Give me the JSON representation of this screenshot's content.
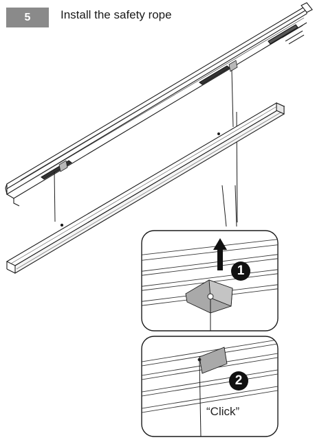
{
  "step": {
    "number": "5",
    "title": "Install the safety rope",
    "badge_color": "#8a8a8a"
  },
  "callouts": [
    {
      "number": "1",
      "action_icon": "arrow-up-icon"
    },
    {
      "number": "2",
      "sound_text": "“Click”"
    }
  ]
}
